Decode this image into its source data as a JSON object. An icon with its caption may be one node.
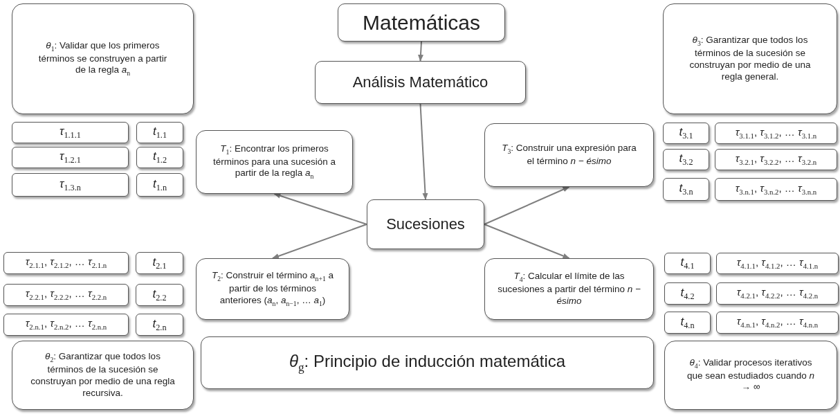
{
  "diagram": {
    "nodes": [
      {
        "text": [
          "Matemáticas"
        ]
      },
      {
        "text": [
          "*θ*$_{1}$: Validar que los primeros términos se construyen a partir de la regla *a*$_{n}$"
        ]
      },
      {
        "text": [
          "*θ*$_{3}$: Garantizar que todos los términos de la sucesión se construyan por medio de una regla general."
        ]
      },
      {
        "text": [
          "Análisis Matemático"
        ]
      },
      {
        "text": [
          "*τ*$_{1.1.1}$"
        ]
      },
      {
        "text": [
          "*t*$_{1.1}$"
        ]
      },
      {
        "text": [
          "*τ*$_{1.2.1}$"
        ]
      },
      {
        "text": [
          "*t*$_{1.2}$"
        ]
      },
      {
        "text": [
          "*τ*$_{1.3.n}$"
        ]
      },
      {
        "text": [
          "*t*$_{1.n}$"
        ]
      },
      {
        "text": [
          "*T*$_{1}$: Encontrar los primeros términos para una sucesión a partir de la regla *a*$_{n}$"
        ]
      },
      {
        "text": [
          "*T*$_{3}$: Construir una expresión para el término *n − ésimo*"
        ]
      },
      {
        "text": [
          "*t*$_{3.1}$"
        ]
      },
      {
        "text": [
          "*τ*$_{3.1.1}$, *τ*$_{3.1.2}$, … *τ*$_{3.1.n}$"
        ]
      },
      {
        "text": [
          "*t*$_{3.2}$"
        ]
      },
      {
        "text": [
          "*τ*$_{3.2.1}$, *τ*$_{3.2.2}$, … *τ*$_{3.2.n}$"
        ]
      },
      {
        "text": [
          "*t*$_{3.n}$"
        ]
      },
      {
        "text": [
          "*τ*$_{3.n.1}$, *τ*$_{3.n.2}$, … *τ*$_{3.n.n}$"
        ]
      },
      {
        "text": [
          "Sucesiones"
        ]
      },
      {
        "text": [
          "*τ*$_{2.1.1}$, *τ*$_{2.1.2}$, … *τ*$_{2.1.n}$"
        ]
      },
      {
        "text": [
          "*t*$_{2.1}$"
        ]
      },
      {
        "text": [
          "*τ*$_{2.2.1}$, *τ*$_{2.2.2}$, … *τ*$_{2.2.n}$"
        ]
      },
      {
        "text": [
          "*t*$_{2.2}$"
        ]
      },
      {
        "text": [
          "*τ*$_{2.n.1}$, *τ*$_{2.n.2}$, … *τ*$_{2.n.n}$"
        ]
      },
      {
        "text": [
          "*t*$_{2.n}$"
        ]
      },
      {
        "text": [
          "*T*$_{2}$: Construir el término *a*$_{n+1}$ a partir de los términos anteriores (*a*$_{n}$, *a*$_{n−1}$, … *a*$_{1}$)"
        ]
      },
      {
        "text": [
          "*T*$_{4}$: Calcular el límite de las sucesiones a partir del término *n − ésimo*"
        ]
      },
      {
        "text": [
          "*t*$_{4.1}$"
        ]
      },
      {
        "text": [
          "*τ*$_{4.1.1}$, *τ*$_{4.1.2}$, … *τ*$_{4.1.n}$"
        ]
      },
      {
        "text": [
          "*t*$_{4.2}$"
        ]
      },
      {
        "text": [
          "*τ*$_{4.2.1}$, *τ*$_{4.2.2}$, … *τ*$_{4.2.n}$"
        ]
      },
      {
        "text": [
          "*t*$_{4.n}$"
        ]
      },
      {
        "text": [
          "*τ*$_{4.n.1}$, *τ*$_{4.n.2}$, … *τ*$_{4.n.n}$"
        ]
      },
      {
        "text": [
          "*θ*$_{2}$: Garantizar que todos los términos de la sucesión se construyan por medio de una regla recursiva."
        ]
      },
      {
        "text": [
          "*θ*$_{g}$: Principio de inducción matemática"
        ]
      },
      {
        "text": [
          "*θ*$_{4}$: Validar procesos iterativos que sean estudiados cuando *n* → ∞"
        ]
      }
    ],
    "edges": [
      {
        "from": 0,
        "to": 3,
        "arrow": "to"
      },
      {
        "from": 3,
        "to": 18,
        "arrow": "to"
      },
      {
        "from": 18,
        "to": 10,
        "arrow": "to"
      },
      {
        "from": 18,
        "to": 25,
        "arrow": "to"
      },
      {
        "from": 18,
        "to": 11,
        "arrow": "to"
      },
      {
        "from": 18,
        "to": 26,
        "arrow": "to"
      }
    ]
  }
}
